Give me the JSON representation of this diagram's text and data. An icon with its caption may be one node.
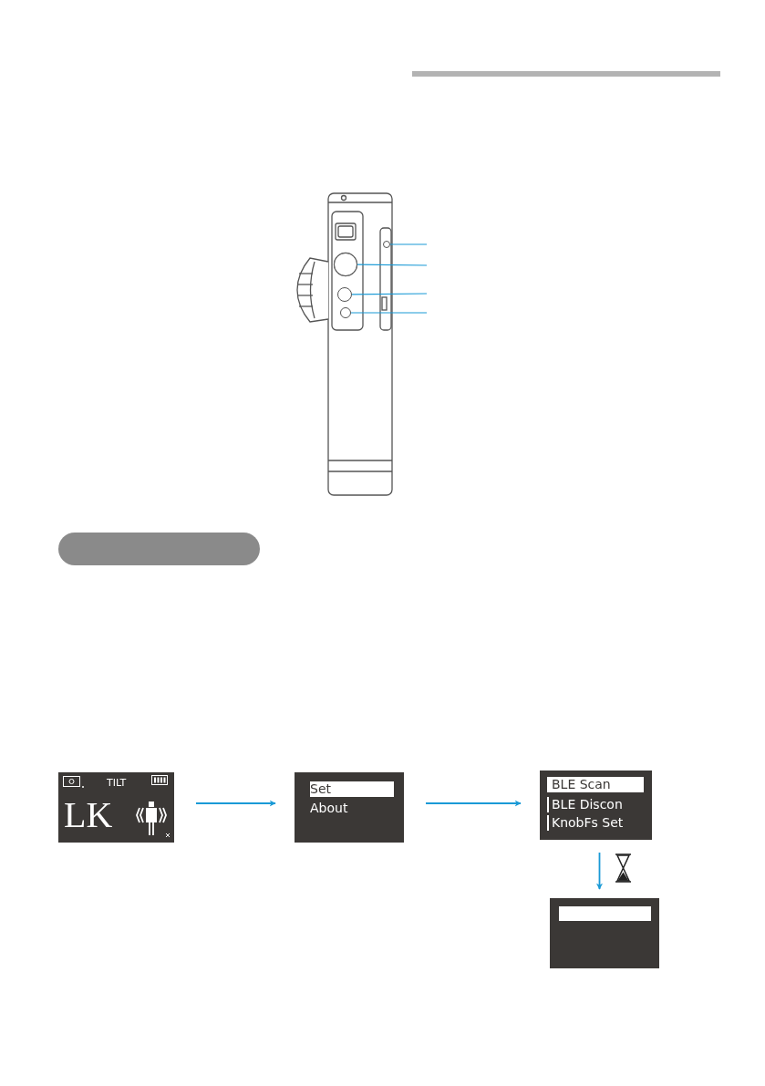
{
  "diagram": {
    "nodes": [
      {
        "text": [],
        "shape": "circle"
      },
      {
        "text": [],
        "shape": "circle"
      },
      {
        "text": [],
        "shape": "circle"
      },
      {
        "text": [],
        "shape": "circle"
      },
      {
        "text": [],
        "shape": "bar"
      },
      {
        "text": [
          "TILT",
          "LK"
        ]
      },
      {
        "text": [
          "Set",
          "About"
        ]
      },
      {
        "text": [
          "BLE Scan",
          "BLE Discon",
          "KnobFs Set"
        ]
      },
      {
        "text": [],
        "shape": "box"
      }
    ],
    "edges": [
      {
        "from": null,
        "to": 0,
        "arrow": "none"
      },
      {
        "from": null,
        "to": 1,
        "arrow": "none"
      },
      {
        "from": null,
        "to": 2,
        "arrow": "none"
      },
      {
        "from": null,
        "to": 3,
        "arrow": "none"
      },
      {
        "from": 5,
        "to": 6,
        "arrow": "to"
      },
      {
        "from": 6,
        "to": 7,
        "arrow": "to"
      },
      {
        "from": 7,
        "to": 8,
        "arrow": "to"
      }
    ]
  }
}
